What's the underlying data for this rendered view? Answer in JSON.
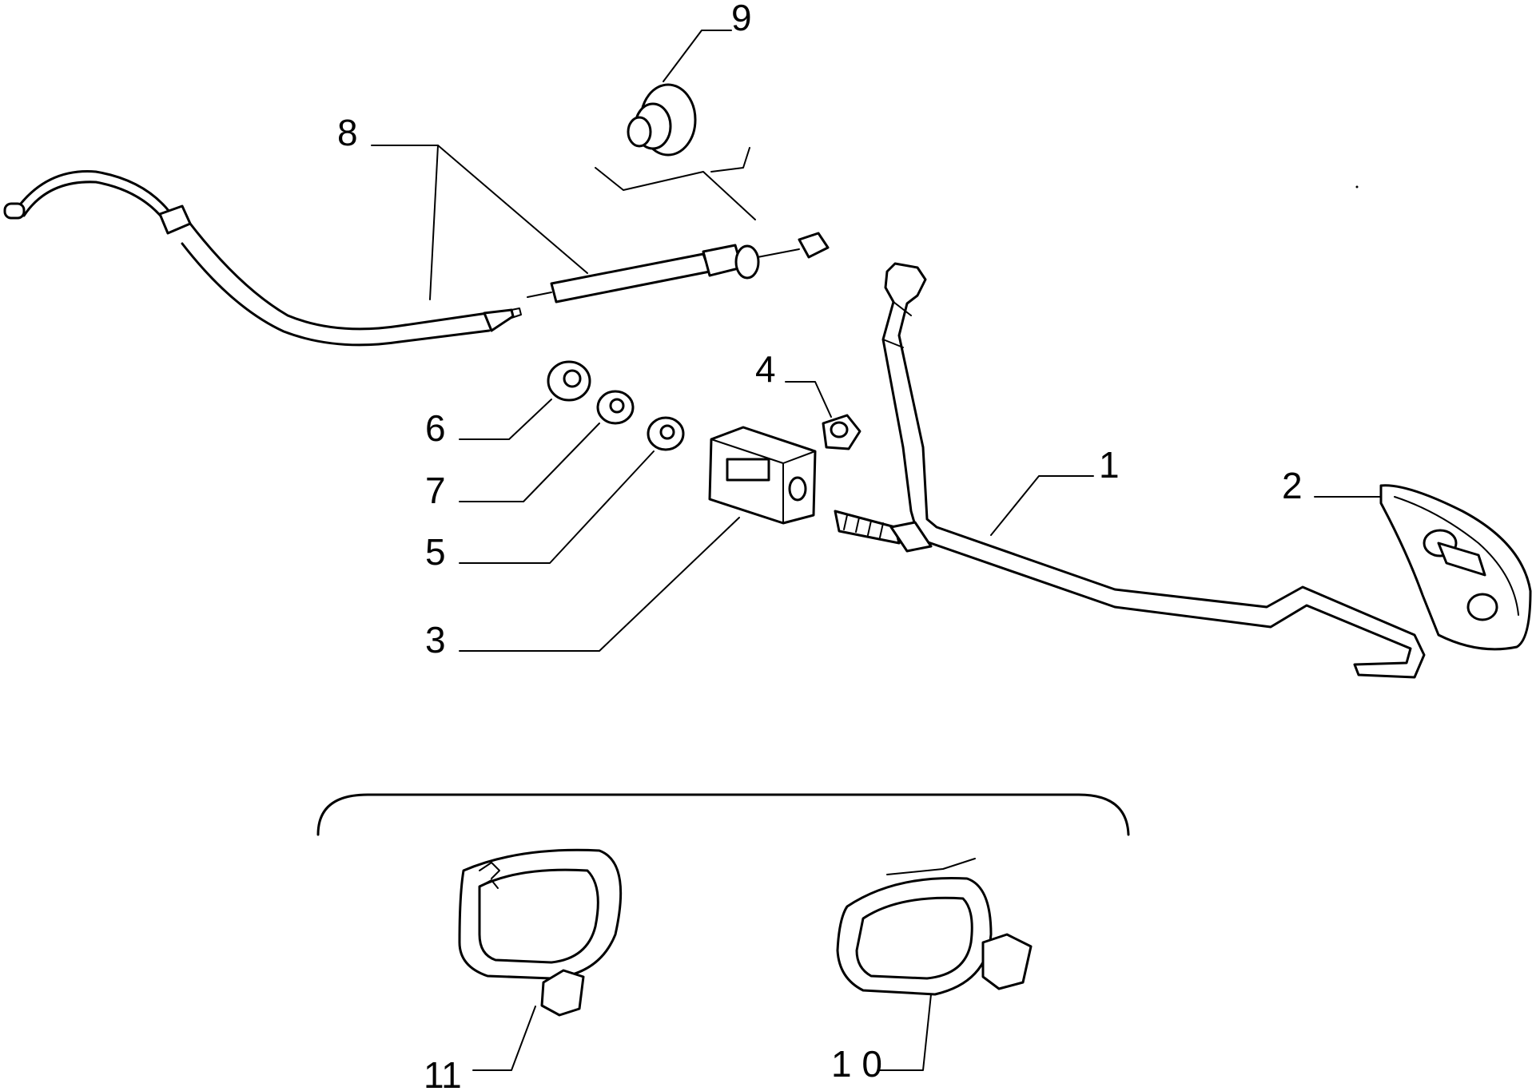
{
  "callouts": {
    "c1": "1",
    "c2": "2",
    "c3": "3",
    "c4": "4",
    "c5": "5",
    "c6": "6",
    "c7": "7",
    "c8": "8",
    "c9": "9",
    "c10": "1 0",
    "c11": "11"
  }
}
